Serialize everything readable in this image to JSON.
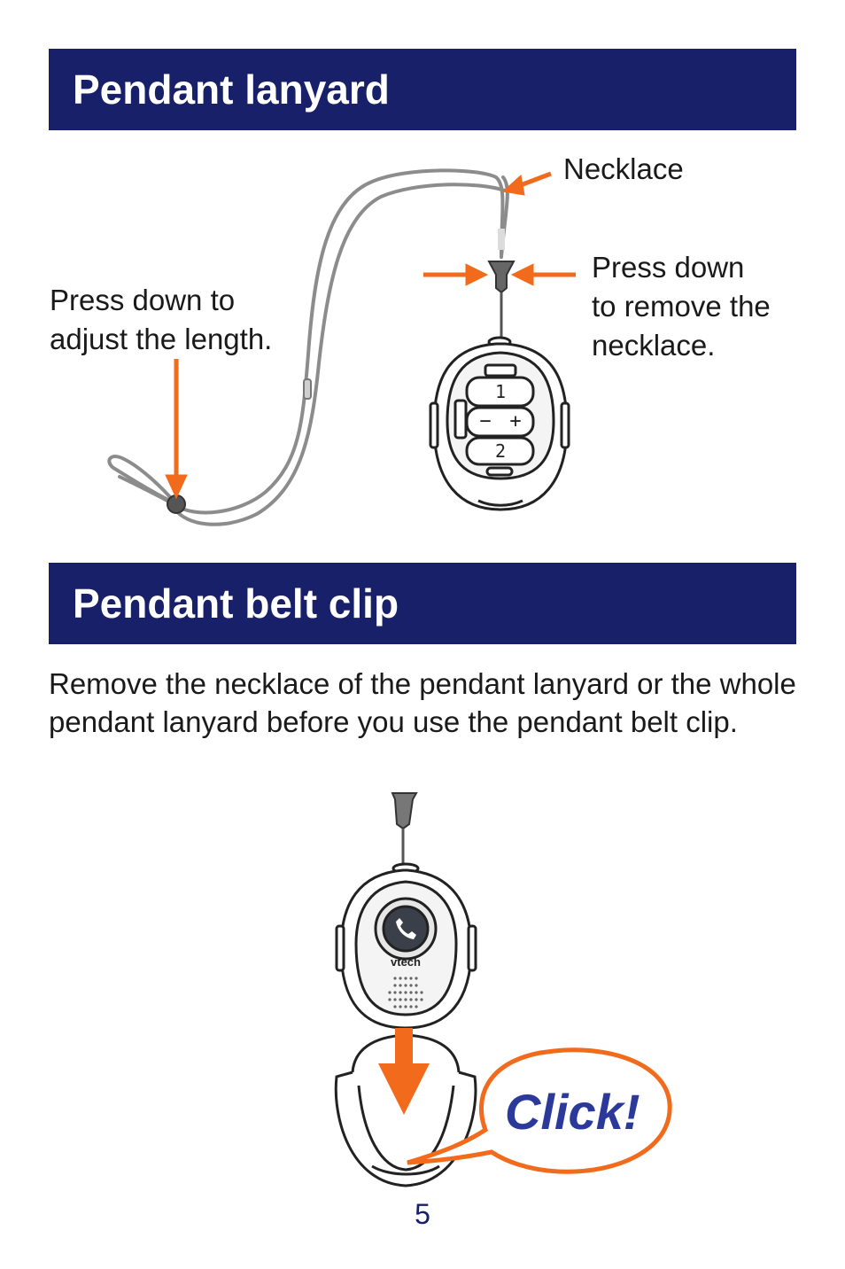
{
  "sections": [
    {
      "title": "Pendant lanyard"
    },
    {
      "title": "Pendant belt clip"
    }
  ],
  "lanyard_figure": {
    "necklace_label": "Necklace",
    "release_label": [
      "Press down",
      "to remove the",
      "necklace."
    ],
    "adjust_label": [
      "Press down to",
      "adjust the length."
    ]
  },
  "belt_clip": {
    "instruction": "Remove the necklace of the pendant lanyard or the whole pendant lanyard before you use the pendant belt clip.",
    "brand_text": "vtech",
    "click_callout": "Click!"
  },
  "page_number": "5",
  "colors": {
    "banner": "#172069",
    "accent_arrow": "#f26a1b",
    "click_text": "#2b3a9a"
  },
  "icons": [
    "arrow-icon",
    "phone-icon",
    "pendant-device",
    "lanyard-cord",
    "belt-clip"
  ]
}
